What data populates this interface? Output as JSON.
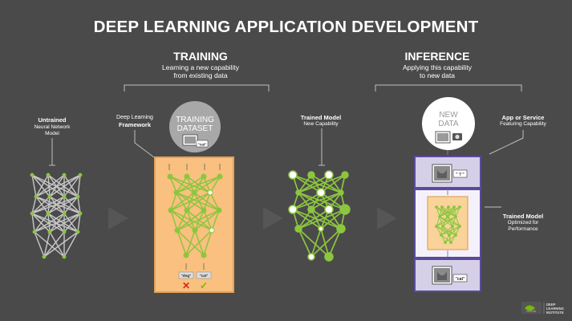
{
  "title": "DEEP LEARNING APPLICATION DEVELOPMENT",
  "training": {
    "heading": "TRAINING",
    "subtitle_line1": "Learning a new capability",
    "subtitle_line2": "from existing data",
    "dataset_line1": "TRAINING",
    "dataset_line2": "DATASET",
    "dataset_tag": "\"cat\"",
    "output_tag1": "\"dog\"",
    "output_tag2": "\"cat\"",
    "wrong_mark": "✕",
    "right_mark": "✓"
  },
  "inference": {
    "heading": "INFERENCE",
    "subtitle_line1": "Applying this capability",
    "subtitle_line2": "to new data",
    "newdata_line1": "NEW",
    "newdata_line2": "DATA",
    "input_tag": "\" ? \"",
    "output_tag": "\"cat\""
  },
  "labels": {
    "untrained_title": "Untrained",
    "untrained_sub1": "Neural Network",
    "untrained_sub2": "Model",
    "framework_line1": "Deep Learning",
    "framework_line2": "Framework",
    "trained_title": "Trained Model",
    "trained_sub": "New Capability",
    "app_title": "App or Service",
    "app_sub": "Featuring Capability",
    "optimized_title": "Trained Model",
    "optimized_sub1": "Optimized for",
    "optimized_sub2": "Performance"
  },
  "logo": {
    "brand": "NVIDIA",
    "line1": "DEEP",
    "line2": "LEARNING",
    "line3": "INSTITUTE"
  },
  "colors": {
    "background": "#4a4a4a",
    "nn_green": "#8cc63f",
    "untrained_gray": "#c8c8c8",
    "training_box": "#f9c07f",
    "inference_purple": "#5b4a9c"
  }
}
